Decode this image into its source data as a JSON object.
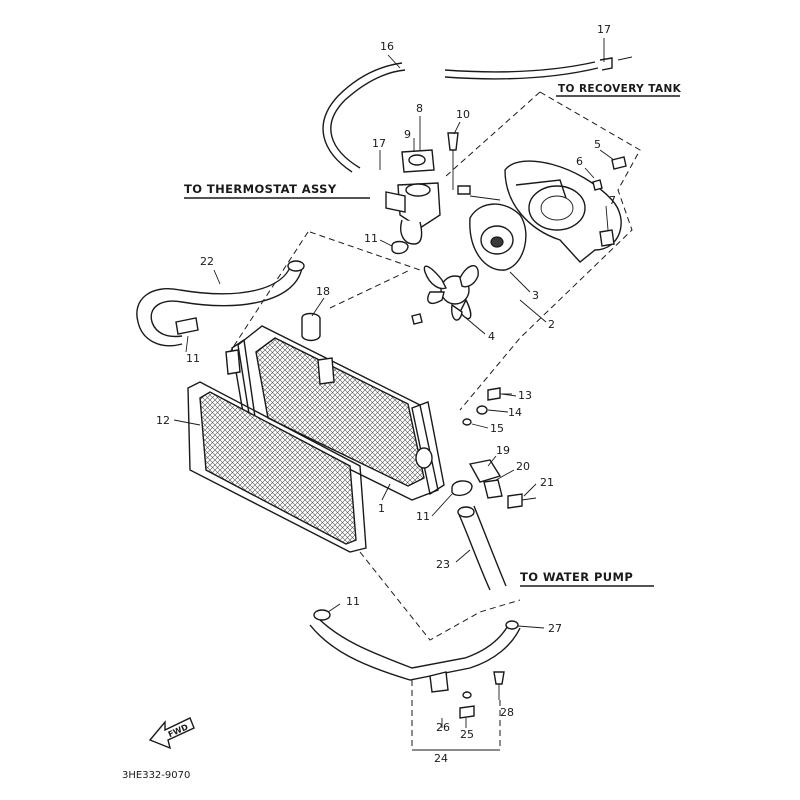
{
  "labels": {
    "to_recovery_tank": "TO RECOVERY TANK",
    "to_thermostat_assy": "TO THERMOSTAT ASSY",
    "to_water_pump": "TO WATER PUMP",
    "fwd": "FWD",
    "diagram_code": "3HE332-9070"
  },
  "callouts": {
    "p1": "1",
    "p2": "2",
    "p3": "3",
    "p4": "4",
    "p5": "5",
    "p6": "6",
    "p7": "7",
    "p8": "8",
    "p9": "9",
    "p10": "10",
    "p11a": "11",
    "p11b": "11",
    "p11c": "11",
    "p11d": "11",
    "p12": "12",
    "p13": "13",
    "p14": "14",
    "p15": "15",
    "p16": "16",
    "p17a": "17",
    "p17b": "17",
    "p18": "18",
    "p19": "19",
    "p20": "20",
    "p21": "21",
    "p22": "22",
    "p23": "23",
    "p24": "24",
    "p25": "25",
    "p26": "26",
    "p27": "27",
    "p28": "28"
  }
}
